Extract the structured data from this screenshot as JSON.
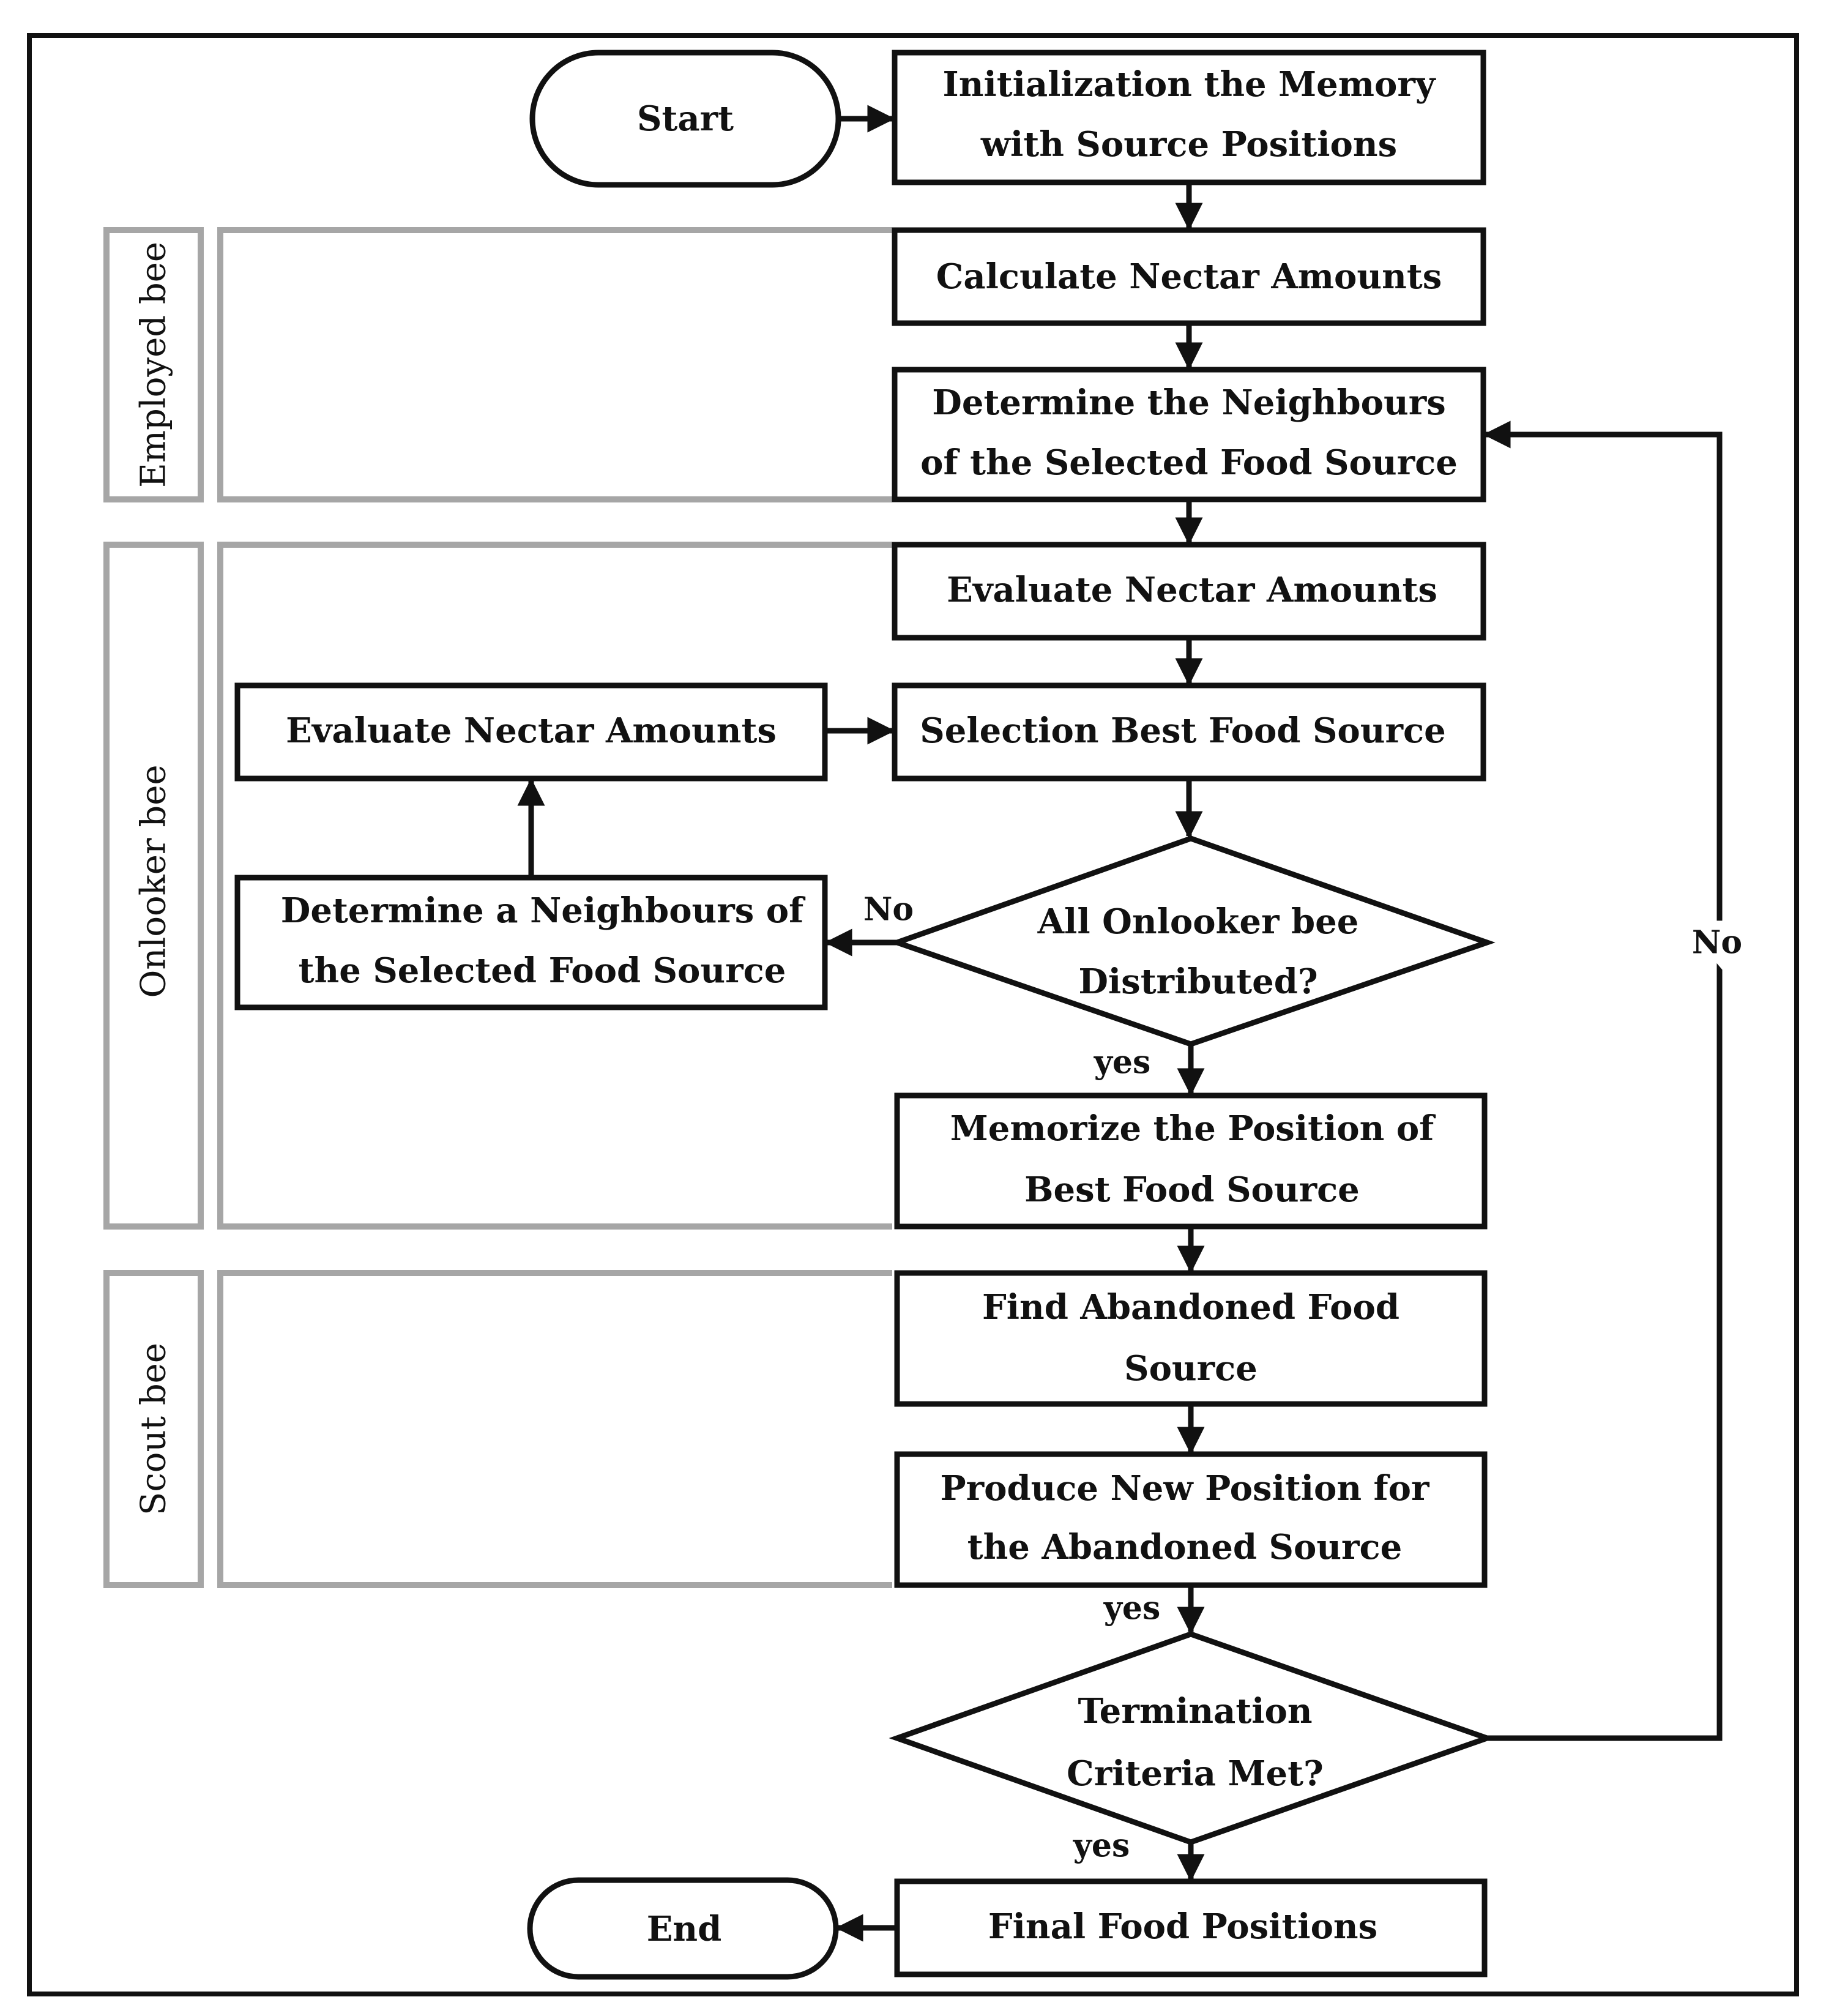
{
  "diagram": {
    "nodes": {
      "start": "Start",
      "init": [
        "Initialization the Memory",
        "with Source Positions"
      ],
      "calc": "Calculate Nectar Amounts",
      "determine_neighbours": [
        "Determine the Neighbours",
        "of the Selected Food Source"
      ],
      "evaluate_right": "Evaluate Nectar Amounts",
      "evaluate_left": "Evaluate Nectar Amounts",
      "selection": "Selection Best Food Source",
      "determine_a_neighbours": [
        "Determine a Neighbours of",
        "the Selected Food Source"
      ],
      "all_onlooker": [
        "All Onlooker bee",
        "Distributed?"
      ],
      "memorize": [
        "Memorize the Position of",
        "Best Food Source"
      ],
      "find_abandoned": [
        "Find Abandoned Food",
        "Source"
      ],
      "produce_new": [
        "Produce New Position for",
        "the Abandoned Source"
      ],
      "termination": [
        "Termination",
        "Criteria  Met?"
      ],
      "final": "Final Food Positions",
      "end": "End"
    },
    "lanes": {
      "employed": "Employed bee",
      "onlooker": "Onlooker bee",
      "scout": "Scout bee"
    },
    "edge_labels": {
      "no_left": "No",
      "no_right": "No",
      "yes_1": "yes",
      "yes_2": "yes",
      "yes_3": "yes"
    },
    "colors": {
      "stroke": "#111111",
      "lane_stroke": "#a6a6a6",
      "background": "#ffffff"
    }
  }
}
